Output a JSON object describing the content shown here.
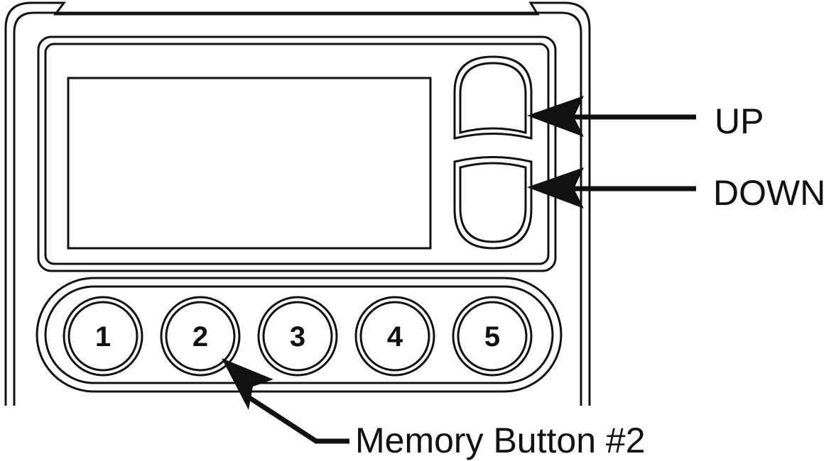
{
  "memory_buttons": [
    {
      "label": "1"
    },
    {
      "label": "2"
    },
    {
      "label": "3"
    },
    {
      "label": "4"
    },
    {
      "label": "5"
    }
  ],
  "callouts": {
    "up": "UP",
    "down": "DOWN",
    "memory_button": "Memory Button #2"
  },
  "colors": {
    "ink": "#111111",
    "background": "#ffffff"
  }
}
